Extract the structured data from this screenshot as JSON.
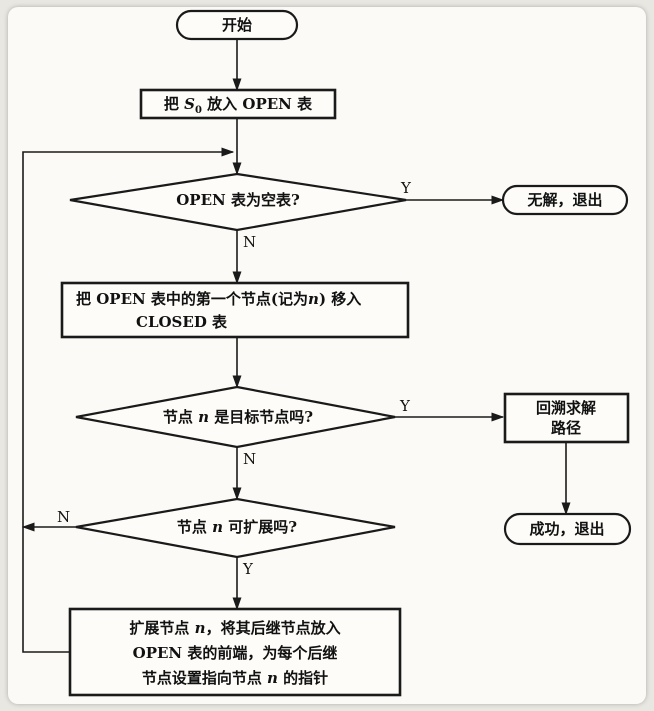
{
  "nodes": {
    "start": {
      "text": "开始"
    },
    "put_s0": {
      "pre": "把 ",
      "var": "S",
      "sub": "0",
      "post": " 放入 OPEN 表"
    },
    "open_empty": {
      "text": "OPEN 表为空表?"
    },
    "no_solution": {
      "text": "无解，退出"
    },
    "move_node": {
      "line1_pre": "把 OPEN 表中的第一个节点(记为",
      "line1_var": "n",
      "line1_post": ") 移入",
      "line2": "CLOSED 表"
    },
    "is_goal": {
      "pre": "节点 ",
      "var": "n",
      "post": " 是目标节点吗?"
    },
    "trace_path": {
      "line1": "回溯求解",
      "line2": "路径"
    },
    "success": {
      "text": "成功，退出"
    },
    "expandable": {
      "pre": "节点 ",
      "var": "n",
      "post": " 可扩展吗?"
    },
    "expand": {
      "line1_pre": "扩展节点 ",
      "line1_var": "n",
      "line1_post": "，将其后继节点放入",
      "line2": "OPEN 表的前端，为每个后继",
      "line3_pre": "节点设置指向节点 ",
      "line3_var": "n",
      "line3_post": " 的指针"
    }
  },
  "edge_labels": {
    "empty_yes": "Y",
    "empty_no": "N",
    "goal_yes": "Y",
    "goal_no": "N",
    "expand_no": "N",
    "expand_yes": "Y"
  }
}
